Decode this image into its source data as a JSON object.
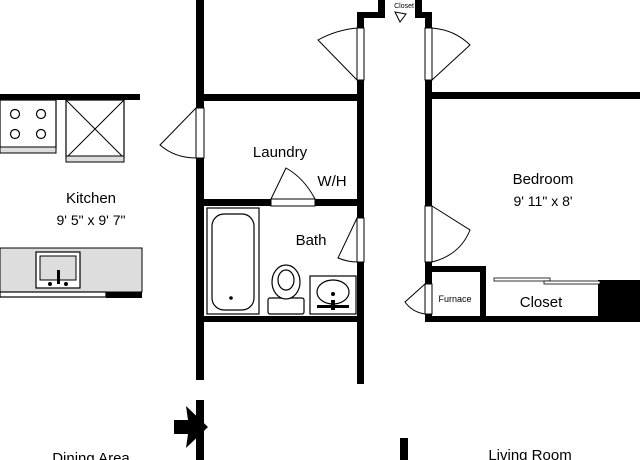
{
  "rooms": {
    "closet_top": "Closet",
    "laundry": "Laundry",
    "wh": "W/H",
    "kitchen": "Kitchen",
    "kitchen_dim": "9' 5\" x 9' 7\"",
    "bath": "Bath",
    "bedroom": "Bedroom",
    "bedroom_dim": "9' 11\" x 8'",
    "furnace": "Furnace",
    "closet": "Closet",
    "dining": "Dining Area",
    "living": "Living Room"
  }
}
